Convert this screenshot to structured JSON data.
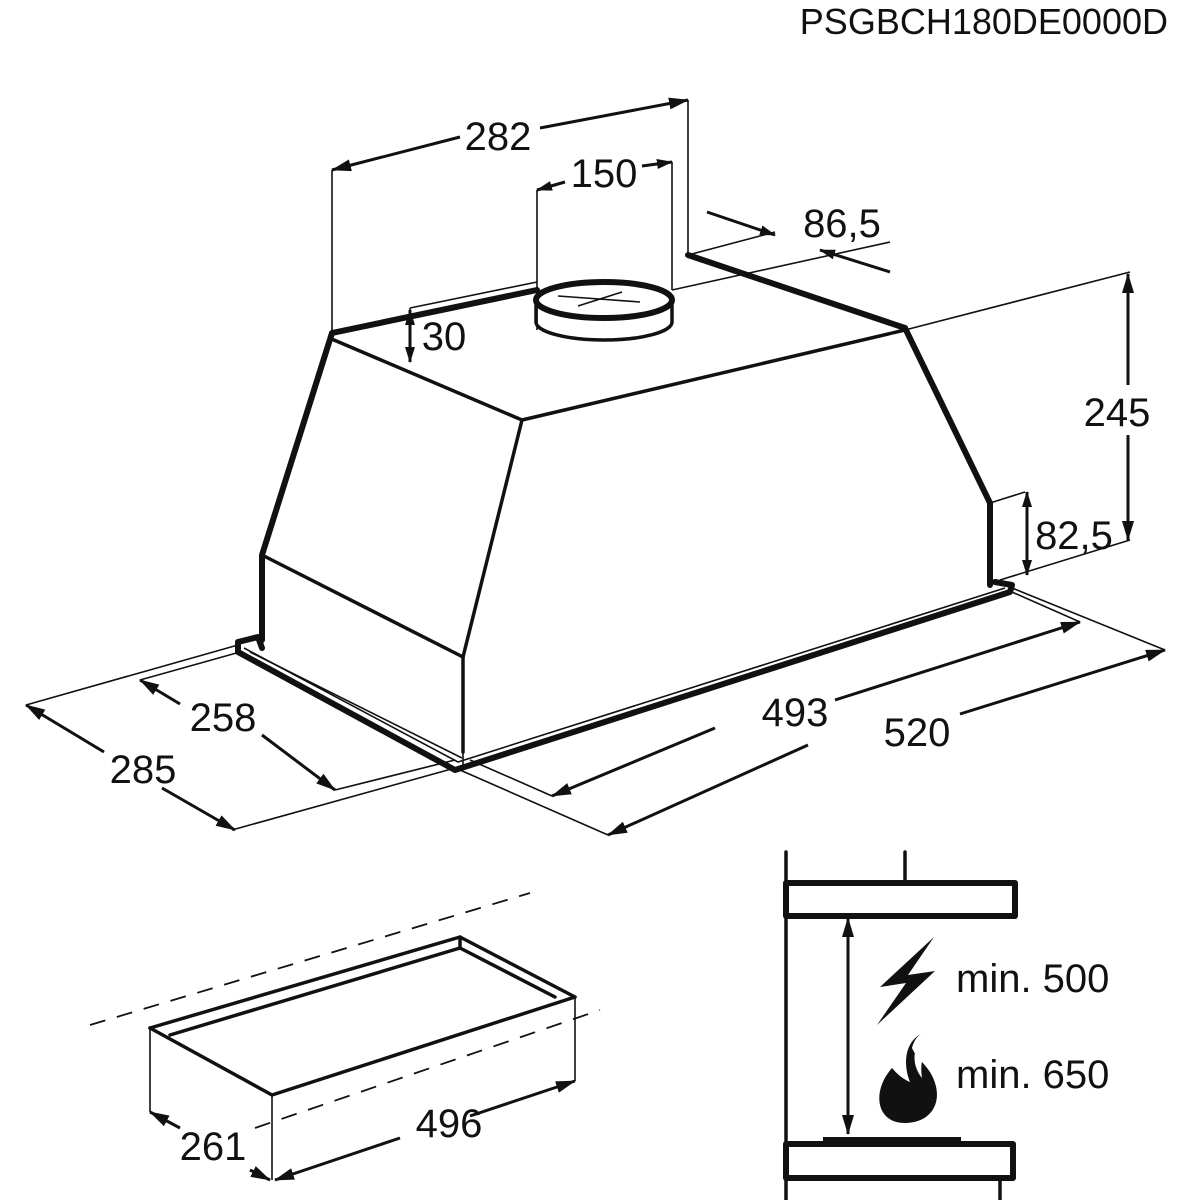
{
  "model_code": "PSGBCH180DE0000D",
  "main_unit": {
    "dims": {
      "top_width": "282",
      "duct_diameter": "150",
      "duct_offset": "86,5",
      "duct_height": "30",
      "total_height": "245",
      "lower_section_height": "82,5",
      "inner_depth": "258",
      "outer_depth": "285",
      "inner_width": "493",
      "outer_width": "520"
    }
  },
  "cutout": {
    "dims": {
      "depth": "261",
      "width": "496"
    }
  },
  "clearance": {
    "electric_label": "min. 500",
    "gas_label": "min. 650",
    "icons": [
      "lightning-icon",
      "flame-icon"
    ]
  }
}
